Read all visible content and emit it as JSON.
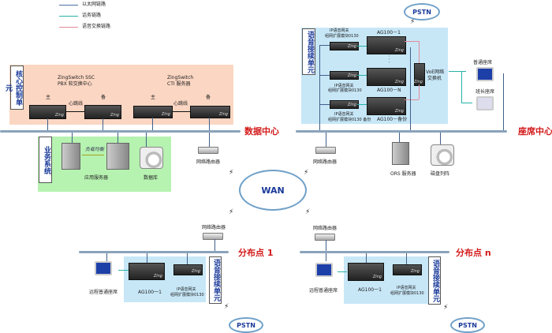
{
  "legend": [
    {
      "label": "以太网链路",
      "color": "#4a6fa5"
    },
    {
      "label": "话务链路",
      "color": "#27b3a8"
    },
    {
      "label": "语音交换链路",
      "color": "#e28b9a"
    }
  ],
  "core": {
    "label": "核心控制单元",
    "ssc_title": "ZingSwitch SSC",
    "ssc_sub": "PBX 软交换中心",
    "cti_title": "ZingSwitch",
    "cti_sub": "CTI 服务器",
    "primary": "主",
    "backup": "备",
    "heartbeat": "心跳线"
  },
  "data_center": {
    "label": "数据中心",
    "router": "网络路由器"
  },
  "business": {
    "label": "业务系统",
    "load_balance": "负载均衡",
    "app_server": "应用服务器",
    "database": "数据库"
  },
  "voice_unit": {
    "label": "语音接续单元",
    "gw_line1": "IP语音网关",
    "gw_line2": "组网扩展模块0130",
    "gw_backup_line2": "组网扩展模块0130 备份",
    "ag1": "AG100－1",
    "agn": "AG100－N",
    "agb": "AG100－备份",
    "dots": "·  ·  ·",
    "switch_line1": "VoE网络",
    "switch_line2": "交换机"
  },
  "seat_center": {
    "label": "座席中心",
    "router": "网络路由器",
    "ors": "ORS 服务器",
    "disk": "磁盘列阵",
    "normal_seat": "普通座席",
    "leader_seat": "班长座席"
  },
  "wan": "WAN",
  "pstn": "PSTN",
  "branch1": {
    "label": "分布点 1",
    "router": "网络路由器",
    "remote_seat": "远程普通座席",
    "ag": "AG100一1",
    "gw_line1": "IP语音网关",
    "gw_line2": "组网扩展模块0130",
    "unit_label": "语音接续单元"
  },
  "branchn": {
    "label": "分布点 n",
    "router": "网络路由器",
    "remote_seat": "远程普通座席",
    "ag": "AG100一1",
    "gw_line1": "IP语音网关",
    "gw_line2": "组网扩展模块0130",
    "unit_label": "语音接续单元"
  }
}
